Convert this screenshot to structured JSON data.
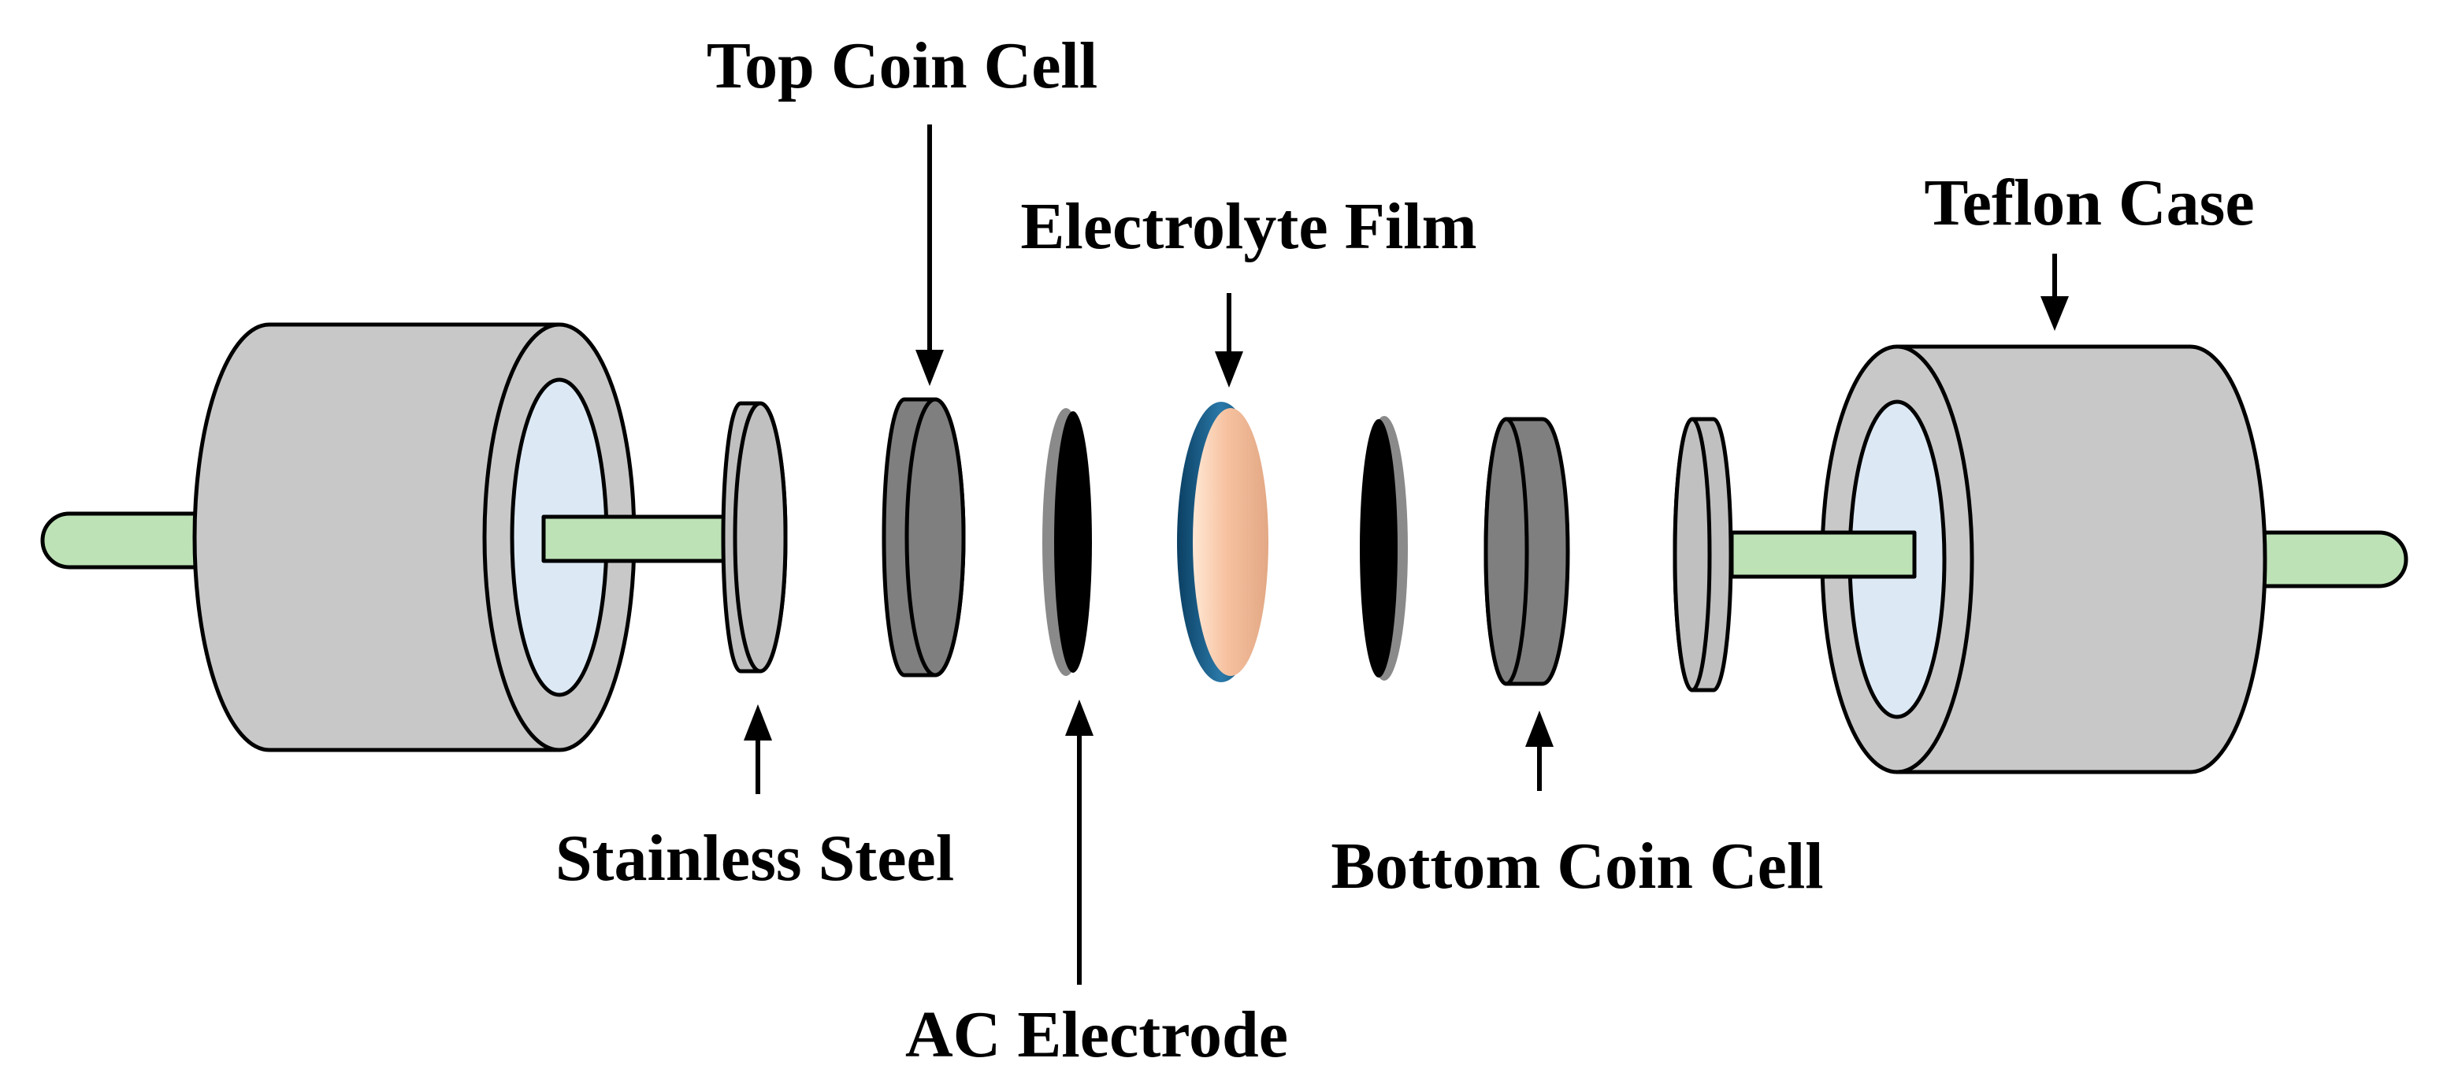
{
  "labels": {
    "top_coin_cell": "Top Coin Cell",
    "electrolyte_film": "Electrolyte Film",
    "teflon_case": "Teflon Case",
    "stainless_steel": "Stainless Steel",
    "ac_electrode": "AC Electrode",
    "bottom_coin_cell": "Bottom Coin Cell"
  },
  "colors": {
    "case_gray": "#c8c8c8",
    "rod_green": "#bde2b6",
    "window_blue": "#dce9f5",
    "coin_dark": "#7f7f7f",
    "steel_light": "#c0c0c0",
    "electrode_black": "#000000",
    "electrolyte_peach": "#f6c19f",
    "electrolyte_rim": "#1f5f86"
  }
}
